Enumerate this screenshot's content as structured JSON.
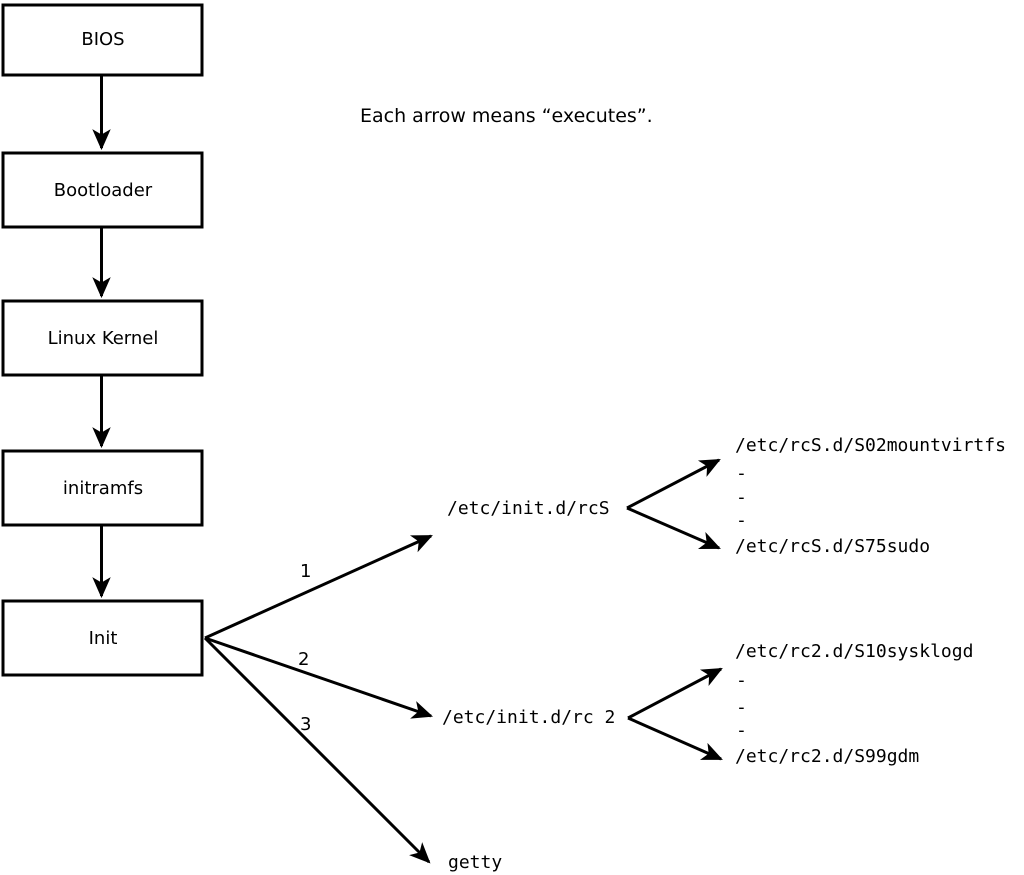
{
  "diagram": {
    "note": "Each arrow means “executes”.",
    "chain": [
      {
        "label": "BIOS"
      },
      {
        "label": "Bootloader"
      },
      {
        "label": "Linux Kernel"
      },
      {
        "label": "initramfs"
      },
      {
        "label": "Init"
      }
    ],
    "fan_labels": {
      "one": "1",
      "two": "2",
      "three": "3"
    },
    "level1": {
      "rcS": "/etc/init.d/rcS",
      "rc2": "/etc/init.d/rc 2",
      "getty": "getty"
    },
    "rcS_scripts": {
      "first": "/etc/rcS.d/S02mountvirtfs",
      "dash1": "-",
      "dash2": "-",
      "dash3": "-",
      "last": "/etc/rcS.d/S75sudo"
    },
    "rc2_scripts": {
      "first": "/etc/rc2.d/S10sysklogd",
      "dash1": "-",
      "dash2": "-",
      "dash3": "-",
      "last": "/etc/rc2.d/S99gdm"
    }
  }
}
